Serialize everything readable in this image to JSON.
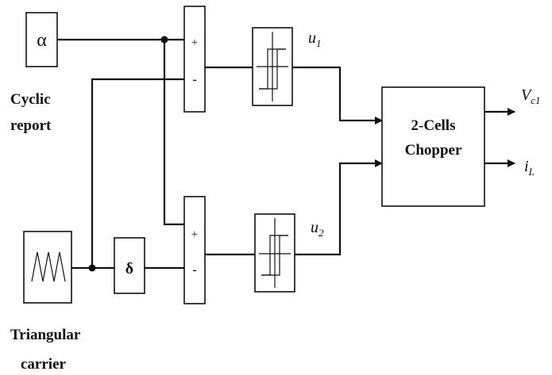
{
  "blocks": {
    "alpha": "α",
    "delta": "δ",
    "sum_top": {
      "plus": "+",
      "minus": "-"
    },
    "sum_bottom": {
      "plus": "+",
      "minus": "-"
    },
    "chopper_line1": "2-Cells",
    "chopper_line2": "Chopper"
  },
  "labels": {
    "cyclic_line1": "Cyclic",
    "cyclic_line2": "report",
    "carrier_line1": "Triangular",
    "carrier_line2": "carrier"
  },
  "signals": {
    "u1": {
      "base": "u",
      "sub": "1"
    },
    "u2": {
      "base": "u",
      "sub": "2"
    },
    "vc1": {
      "base": "V",
      "sub": "c1"
    },
    "il": {
      "base": "i",
      "sub": "L"
    }
  }
}
